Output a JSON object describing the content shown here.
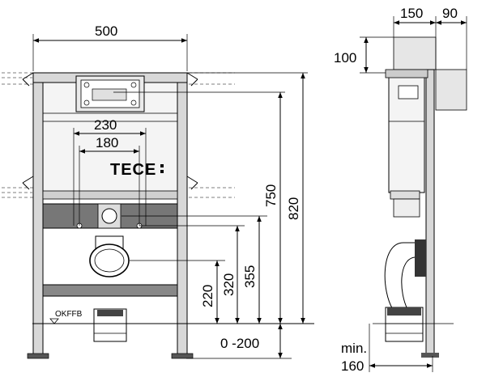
{
  "brand": "TECE",
  "front_view": {
    "width_dim": "500",
    "hole_spacing_outer": "230",
    "hole_spacing_inner": "180",
    "height_750": "750",
    "height_820": "820",
    "height_355": "355",
    "height_320": "320",
    "height_220": "220",
    "floor_range": "0 -200",
    "floor_label": "OKFFB"
  },
  "side_view": {
    "depth_150": "150",
    "depth_90": "90",
    "top_100": "100",
    "min_label": "min.",
    "min_value": "160"
  },
  "colors": {
    "frame": "#d8d8d8",
    "dark_frame": "#555555",
    "line": "#000000",
    "tank_gray": "#e6e6e6"
  }
}
